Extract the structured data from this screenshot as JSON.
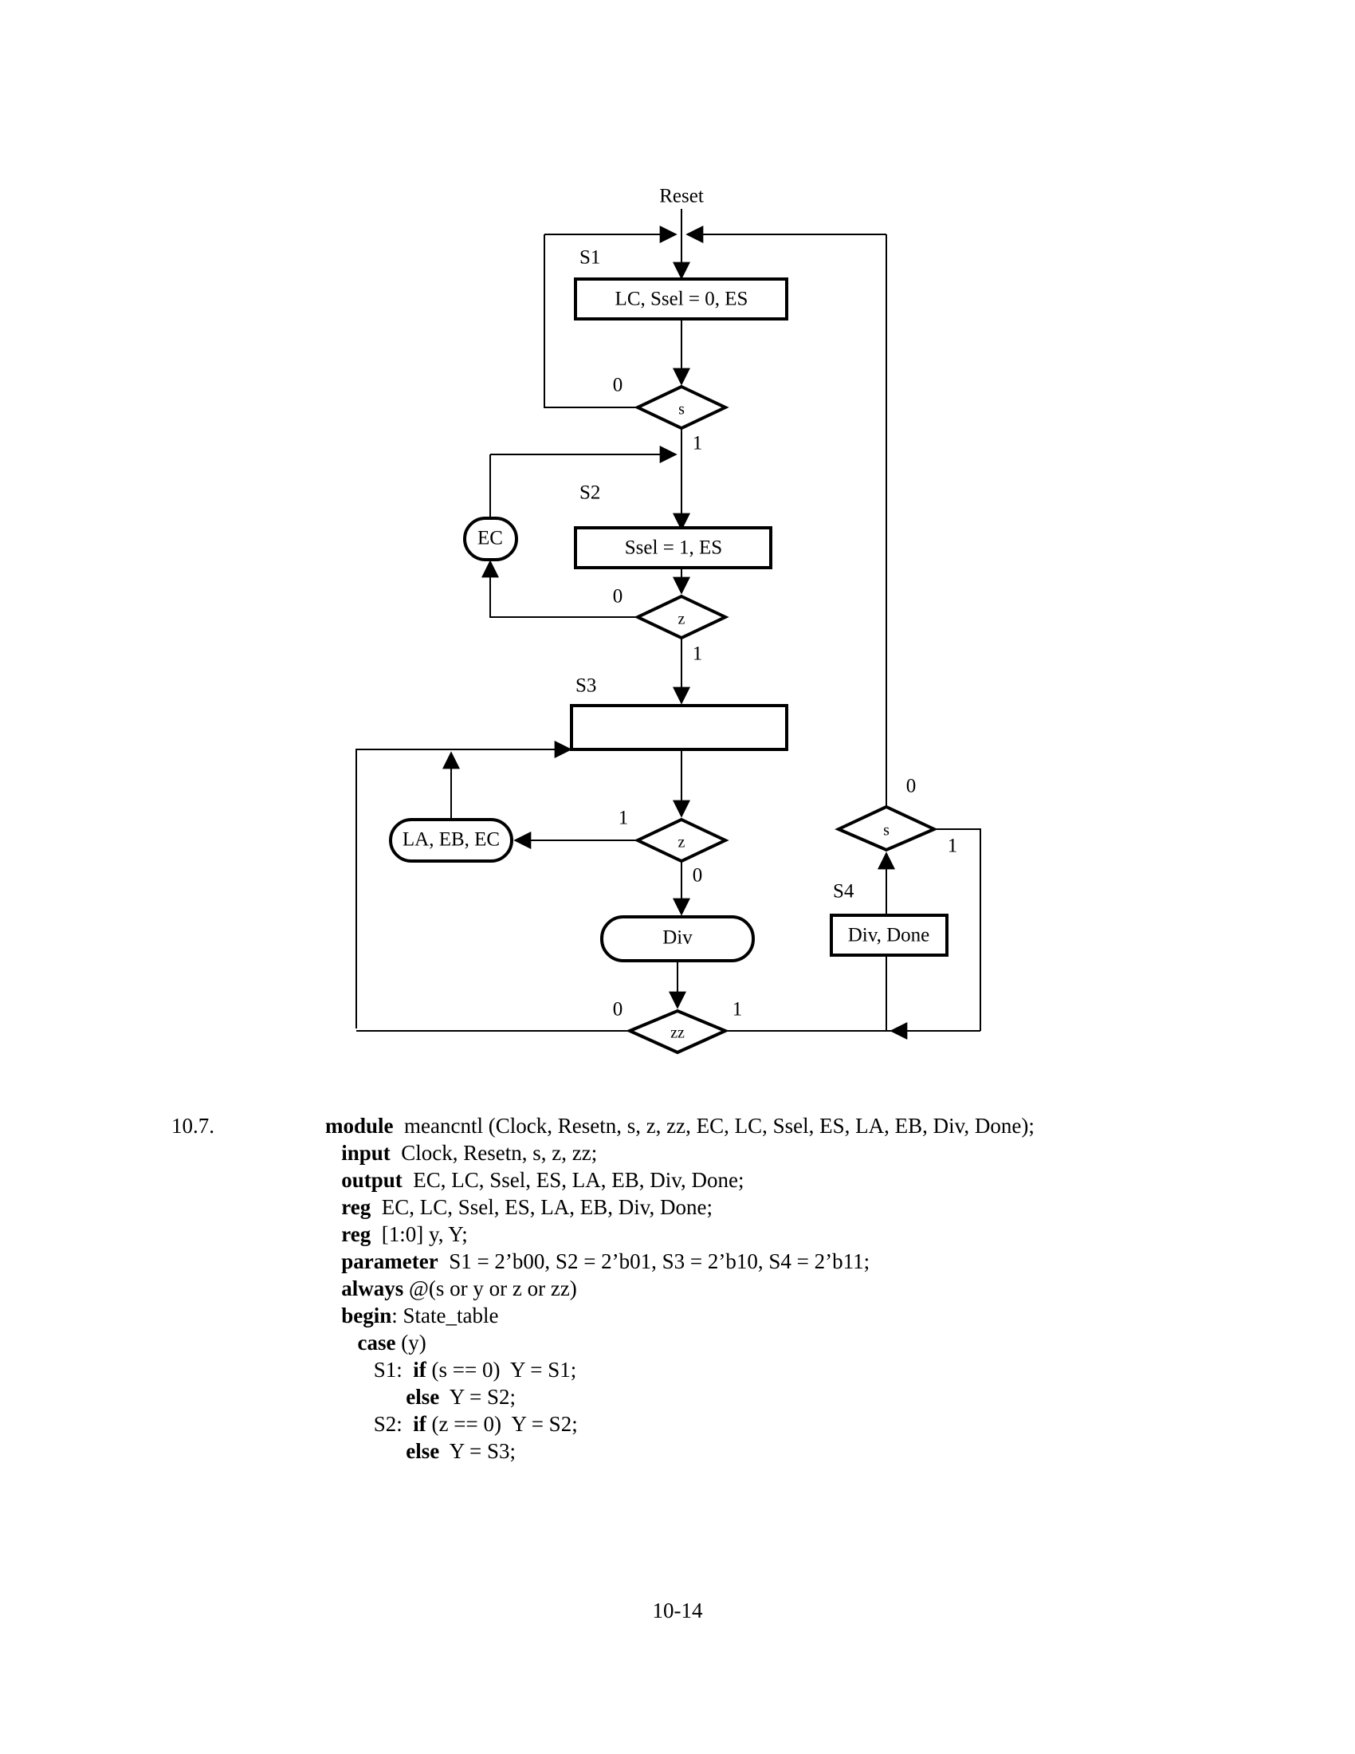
{
  "diagram": {
    "title_label": "Reset",
    "states": [
      {
        "id": "S1",
        "label": "S1",
        "box_text": "LC, Ssel = 0, ES",
        "shape": "rect"
      },
      {
        "id": "S2",
        "label": "S2",
        "box_text": "Ssel = 1, ES",
        "shape": "rect"
      },
      {
        "id": "S3",
        "label": "S3",
        "box_text": "",
        "shape": "rect"
      },
      {
        "id": "S4",
        "label": "S4",
        "box_text": "Div, Done",
        "shape": "rect"
      }
    ],
    "conditional_outputs": [
      {
        "id": "EC",
        "text": "EC",
        "shape": "oval"
      },
      {
        "id": "LA_EB_EC",
        "text": "LA, EB, EC",
        "shape": "oval"
      },
      {
        "id": "Div",
        "text": "Div",
        "shape": "oval"
      }
    ],
    "decisions": [
      {
        "id": "d_s1",
        "text": "s",
        "false_label": "0",
        "true_label": "1"
      },
      {
        "id": "d_z1",
        "text": "z",
        "false_label": "0",
        "true_label": "1"
      },
      {
        "id": "d_z2",
        "text": "z",
        "false_label": "0",
        "true_label": "1"
      },
      {
        "id": "d_s2",
        "text": "s",
        "false_label": "0",
        "true_label": "1"
      },
      {
        "id": "d_zz",
        "text": "zz",
        "false_label": "0",
        "true_label": "1"
      }
    ],
    "edge_labels": {
      "s1_zero": "0",
      "s1_one": "1",
      "z1_zero": "0",
      "z1_one": "1",
      "z2_one": "1",
      "z2_zero": "0",
      "s2_zero": "0",
      "s2_one": "1",
      "zz_zero": "0",
      "zz_one": "1"
    }
  },
  "code": {
    "problem_number": "10.7.",
    "lines": [
      {
        "indent": 0,
        "kw": "module",
        "rest": "  meancntl (Clock, Resetn, s, z, zz, EC, LC, Ssel, ES, LA, EB, Div, Done);"
      },
      {
        "indent": 1,
        "kw": "input",
        "rest": "  Clock, Resetn, s, z, zz;"
      },
      {
        "indent": 1,
        "kw": "output",
        "rest": "  EC, LC, Ssel, ES, LA, EB, Div, Done;"
      },
      {
        "indent": 1,
        "kw": "reg",
        "rest": "  EC, LC, Ssel, ES, LA, EB, Div, Done;"
      },
      {
        "indent": 1,
        "kw": "reg",
        "rest": "  [1:0] y, Y;"
      },
      {
        "indent": 1,
        "kw": "parameter",
        "rest": "  S1 = 2’b00, S2 = 2’b01, S3 = 2’b10, S4 = 2’b11;"
      },
      {
        "indent": 1,
        "kw": "always",
        "rest": " @(s or y or z or zz)"
      },
      {
        "indent": 1,
        "kw": "begin",
        "rest": ": State_table"
      },
      {
        "indent": 2,
        "kw": "case",
        "rest": " (y)"
      },
      {
        "indent": 3,
        "kw": "",
        "rest": "S1:  ",
        "kw2": "if",
        "rest2": " (s == 0)  Y = S1;"
      },
      {
        "indent": 5,
        "kw": "else",
        "rest": "  Y = S2;"
      },
      {
        "indent": 3,
        "kw": "",
        "rest": "S2:  ",
        "kw2": "if",
        "rest2": " (z == 0)  Y = S2;"
      },
      {
        "indent": 5,
        "kw": "else",
        "rest": "  Y = S3;"
      }
    ]
  },
  "footer": {
    "page_number": "10-14"
  }
}
